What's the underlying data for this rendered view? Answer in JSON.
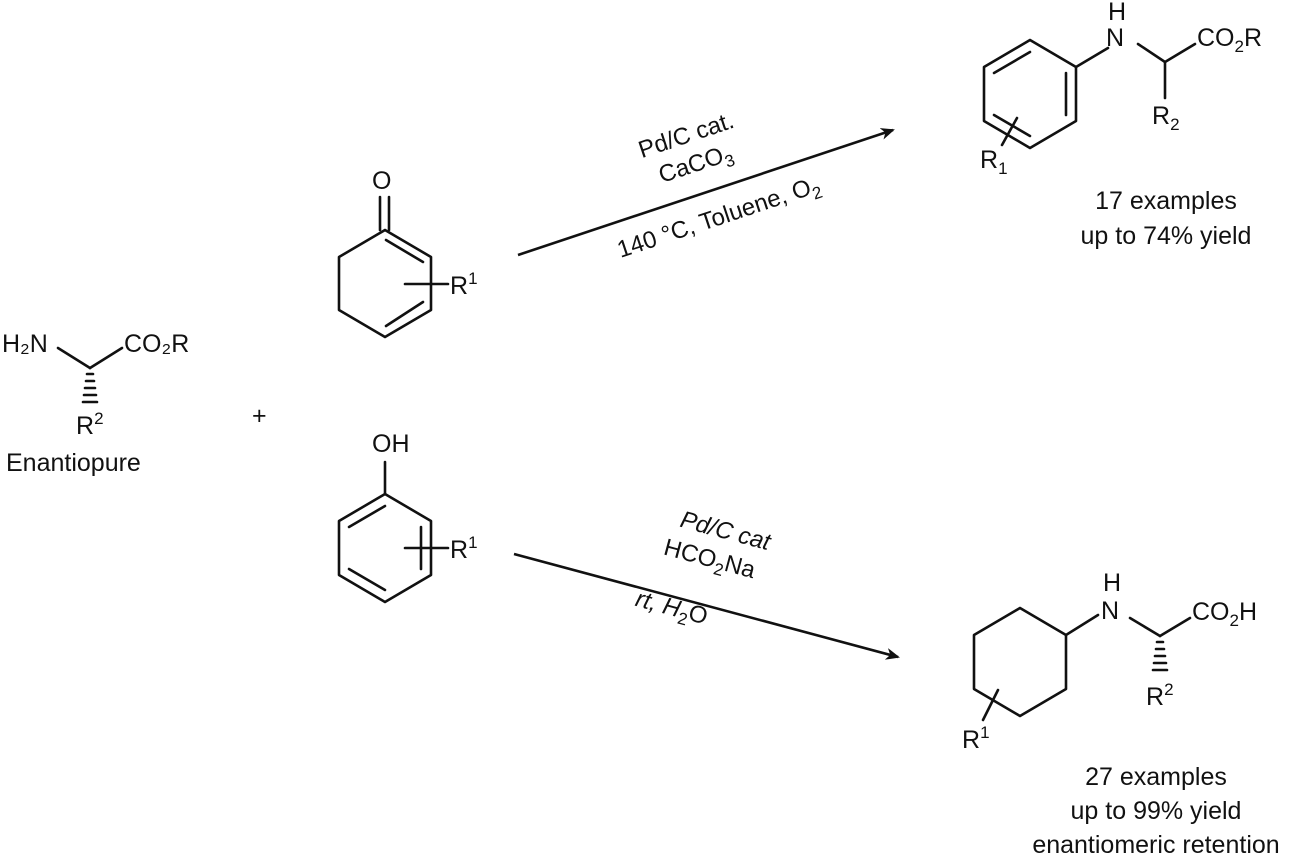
{
  "amino_acid": {
    "nh2": "H₂N",
    "co2r": "CO₂R",
    "r_label": "R",
    "r_sup": "2",
    "caption": "Enantiopure"
  },
  "plus_sign": "+",
  "cyclohexenone": {
    "o_label": "O",
    "r_label": "R",
    "r_sup": "1"
  },
  "phenol": {
    "oh_label": "OH",
    "r_label": "R",
    "r_sup": "1"
  },
  "top_reaction": {
    "cond_line1": "Pd/C cat.",
    "cond_line2_main": "CaCO",
    "cond_line2_sub": "3",
    "cond_line3_main": "140 °C, Toluene, O",
    "cond_line3_sub": "2"
  },
  "bottom_reaction": {
    "cond_line1": "Pd/C cat",
    "cond_line2_a": "HCO",
    "cond_line2_sub": "2",
    "cond_line2_b": "Na",
    "cond_line3_a": "rt, H",
    "cond_line3_sub": "2",
    "cond_line3_b": "O"
  },
  "product_top": {
    "h_label": "H",
    "n_label": "N",
    "co2r_main": "CO",
    "co2r_sub": "2",
    "co2r_end": "R",
    "r2_main": "R",
    "r2_sub": "2",
    "r1_main": "R",
    "r1_sub": "1",
    "summary_line1": "17 examples",
    "summary_line2": "up to 74% yield"
  },
  "product_bottom": {
    "h_label": "H",
    "n_label": "N",
    "co2h_main": "CO",
    "co2h_sub": "2",
    "co2h_end": "H",
    "r2_main": "R",
    "r2_sup": "2",
    "r1_main": "R",
    "r1_sup": "1",
    "summary_line1": "27 examples",
    "summary_line2": "up to 99% yield",
    "summary_line3": "enantiomeric retention"
  }
}
